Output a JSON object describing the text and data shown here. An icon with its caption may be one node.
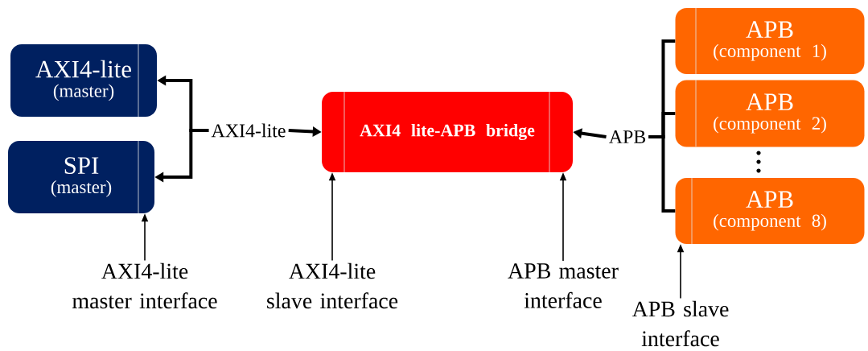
{
  "diagram": {
    "nodes": [
      {
        "text": [
          "AXI4-lite",
          "(master)"
        ]
      },
      {
        "text": [
          "SPI",
          "(master)"
        ]
      },
      {
        "text": [
          "AXI4 lite-APB bridge"
        ]
      },
      {
        "text": [
          "APB",
          "(component 1)"
        ]
      },
      {
        "text": [
          "APB",
          "(component 2)"
        ]
      },
      {
        "text": [
          "APB",
          "(component 8)"
        ]
      },
      {
        "text": [
          "AXI4-lite"
        ]
      },
      {
        "text": [
          "APB"
        ]
      },
      {
        "text": [
          "AXI4-lite master interface"
        ]
      },
      {
        "text": [
          "AXI4-lite slave interface"
        ]
      },
      {
        "text": [
          "APB master interface"
        ]
      },
      {
        "text": [
          "APB slave interface"
        ]
      }
    ],
    "edges": [
      {
        "from": 6,
        "to": 0,
        "arrow": "to"
      },
      {
        "from": 6,
        "to": 1,
        "arrow": "to"
      },
      {
        "from": 6,
        "to": 2,
        "arrow": "to"
      },
      {
        "from": 7,
        "to": 2,
        "arrow": "to"
      },
      {
        "from": 7,
        "to": 3,
        "arrow": "none"
      },
      {
        "from": 7,
        "to": 4,
        "arrow": "none"
      },
      {
        "from": 7,
        "to": 5,
        "arrow": "none"
      },
      {
        "from": 8,
        "to": 1,
        "arrow": "to"
      },
      {
        "from": 9,
        "to": 2,
        "arrow": "to"
      },
      {
        "from": 10,
        "to": 2,
        "arrow": "to"
      },
      {
        "from": 11,
        "to": 5,
        "arrow": "to"
      }
    ]
  }
}
